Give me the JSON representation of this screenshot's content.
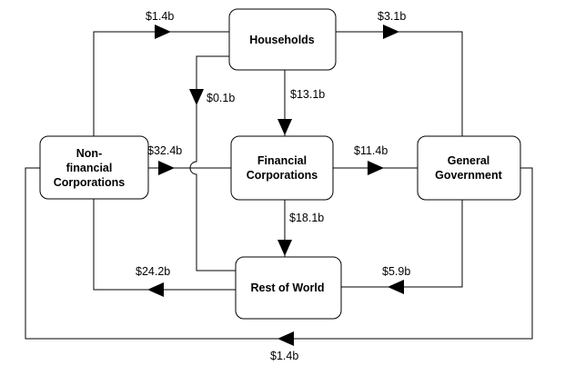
{
  "nodes": {
    "households": {
      "lines": [
        "Households"
      ]
    },
    "non_financial": {
      "lines": [
        "Non-",
        "financial",
        "Corporations"
      ]
    },
    "financial": {
      "lines": [
        "Financial",
        "Corporations"
      ]
    },
    "general_government": {
      "lines": [
        "General",
        "Government"
      ]
    },
    "rest_of_world": {
      "lines": [
        "Rest of World"
      ]
    }
  },
  "flows": {
    "nfc_to_households": "$1.4b",
    "households_to_government": "$3.1b",
    "households_to_row": "$0.1b",
    "households_to_financial": "$13.1b",
    "nfc_to_financial": "$32.4b",
    "financial_to_government": "$11.4b",
    "financial_to_row": "$18.1b",
    "row_to_nfc": "$24.2b",
    "government_to_row": "$5.9b",
    "government_to_nfc": "$1.4b"
  }
}
